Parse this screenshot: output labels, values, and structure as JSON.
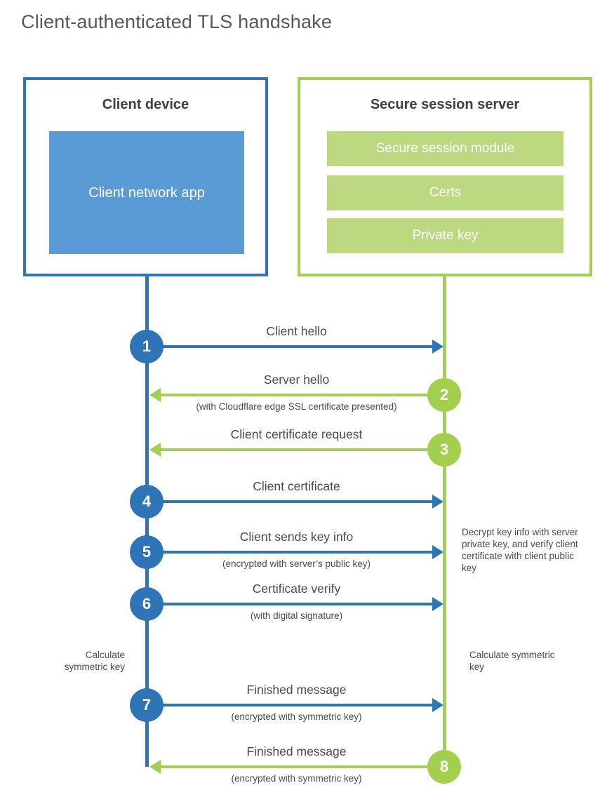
{
  "title": "Client-authenticated TLS handshake",
  "client": {
    "title": "Client device",
    "app_label": "Client network app"
  },
  "server": {
    "title": "Secure session server",
    "modules": [
      "Secure session module",
      "Certs",
      "Private key"
    ]
  },
  "steps": [
    {
      "number": "1",
      "label": "Client hello",
      "sublabel": "",
      "from": "client",
      "to": "server"
    },
    {
      "number": "2",
      "label": "Server hello",
      "sublabel": "(with Cloudflare edge SSL certificate presented)",
      "from": "server",
      "to": "client"
    },
    {
      "number": "3",
      "label": "Client certificate request",
      "sublabel": "",
      "from": "server",
      "to": "client"
    },
    {
      "number": "4",
      "label": "Client certificate",
      "sublabel": "",
      "from": "client",
      "to": "server"
    },
    {
      "number": "5",
      "label": "Client sends key info",
      "sublabel": "(encrypted with server’s public key)",
      "from": "client",
      "to": "server"
    },
    {
      "number": "6",
      "label": "Certificate verify",
      "sublabel": "(with digital signature)",
      "from": "client",
      "to": "server"
    },
    {
      "number": "7",
      "label": "Finished message",
      "sublabel": "(encrypted with symmetric key)",
      "from": "client",
      "to": "server"
    },
    {
      "number": "8",
      "label": "Finished message",
      "sublabel": "(encrypted with symmetric key)",
      "from": "server",
      "to": "client"
    }
  ],
  "annotations": {
    "decrypt_note": "Decrypt key info with server private key, and verify client certificate with client public key",
    "calculate_left": "Calculate symmetric key",
    "calculate_right": "Calculate symmetric key"
  },
  "colors": {
    "blue": "#2e75b7",
    "blue_fill": "#5b9bd5",
    "green": "#a3cf4f",
    "green_fill": "#bcd981"
  }
}
